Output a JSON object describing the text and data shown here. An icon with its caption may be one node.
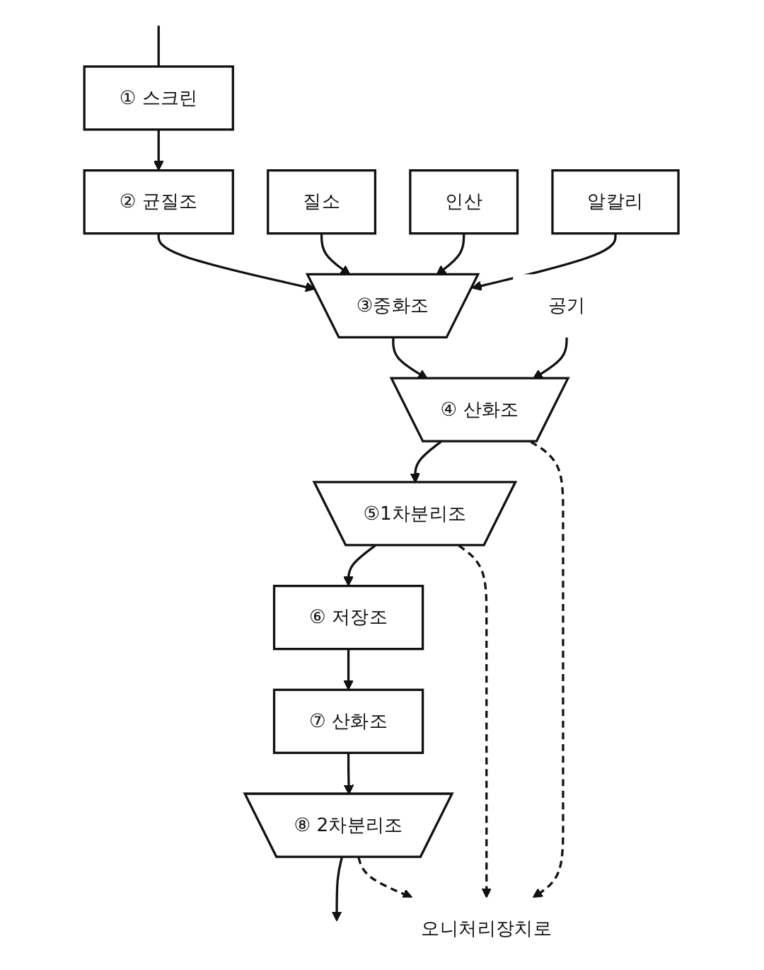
{
  "diagram": {
    "nodes": [
      {
        "text": [
          "① 스크린"
        ]
      },
      {
        "text": [
          "② 균질조"
        ]
      },
      {
        "text": [
          "질소"
        ]
      },
      {
        "text": [
          "인산"
        ]
      },
      {
        "text": [
          "알칼리"
        ]
      },
      {
        "text": [
          "③중화조"
        ]
      },
      {
        "text": [
          "공기"
        ]
      },
      {
        "text": [
          "④ 산화조"
        ]
      },
      {
        "text": [
          "⑤1차분리조"
        ]
      },
      {
        "text": [
          "⑥ 저장조"
        ]
      },
      {
        "text": [
          "⑦ 산화조"
        ]
      },
      {
        "text": [
          "⑧ 2차분리조"
        ]
      },
      {
        "text": [
          "오니처리장치로"
        ]
      }
    ],
    "edges": [
      {
        "from": null,
        "to": 0,
        "arrow": "none"
      },
      {
        "from": 0,
        "to": 1,
        "arrow": "to"
      },
      {
        "from": 1,
        "to": 5,
        "arrow": "to"
      },
      {
        "from": 2,
        "to": 5,
        "arrow": "to"
      },
      {
        "from": 3,
        "to": 5,
        "arrow": "to"
      },
      {
        "from": 4,
        "to": 5,
        "arrow": "to"
      },
      {
        "from": 5,
        "to": 7,
        "arrow": "to"
      },
      {
        "from": 6,
        "to": 7,
        "arrow": "to"
      },
      {
        "from": 7,
        "to": 8,
        "arrow": "to"
      },
      {
        "from": 8,
        "to": 9,
        "arrow": "to"
      },
      {
        "from": 9,
        "to": 10,
        "arrow": "to"
      },
      {
        "from": 10,
        "to": 11,
        "arrow": "to"
      },
      {
        "from": 11,
        "to": null,
        "arrow": "to"
      },
      {
        "from": 7,
        "to": 12,
        "arrow": "to",
        "style": "dashed"
      },
      {
        "from": 8,
        "to": 12,
        "arrow": "to",
        "style": "dashed"
      },
      {
        "from": 11,
        "to": 12,
        "arrow": "to",
        "style": "dashed"
      }
    ]
  }
}
